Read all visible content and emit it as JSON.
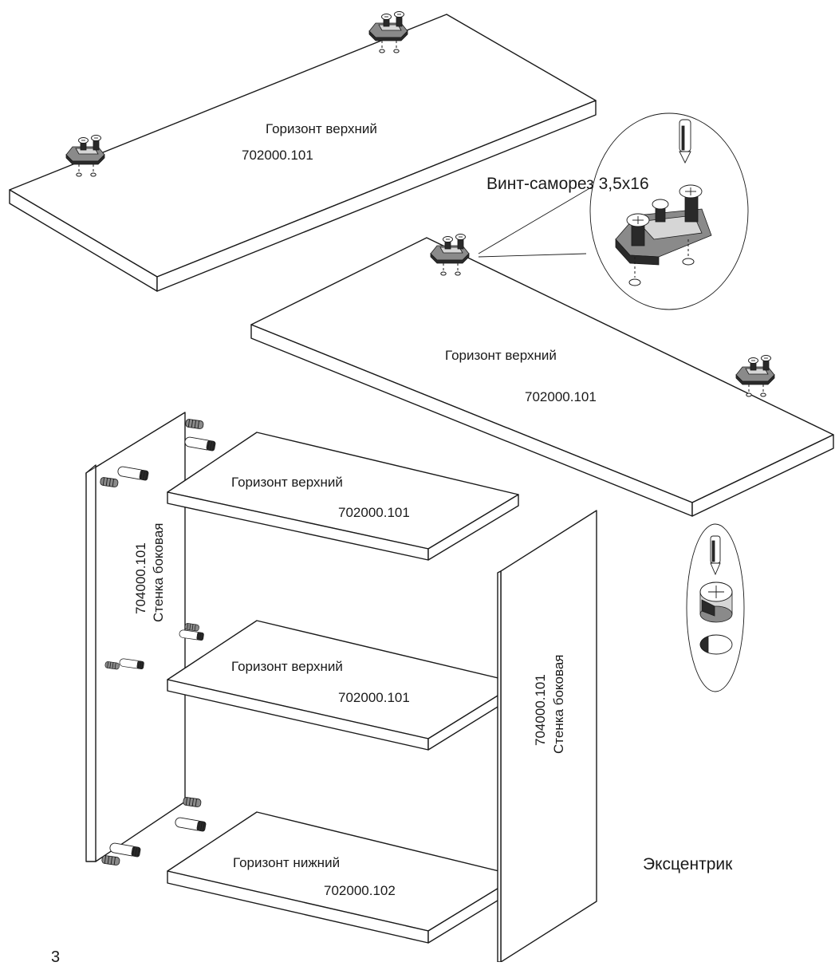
{
  "panels": {
    "top_shelf_1": {
      "name": "Горизонт верхний",
      "code": "702000.101"
    },
    "top_shelf_2": {
      "name": "Горизонт верхний",
      "code": "702000.101"
    },
    "shelf_upper": {
      "name": "Горизонт верхний",
      "code": "702000.101"
    },
    "shelf_middle": {
      "name": "Горизонт верхний",
      "code": "702000.101"
    },
    "shelf_bottom": {
      "name": "Горизонт нижний",
      "code": "702000.102"
    },
    "side_left": {
      "code": "704000.101",
      "name": "Стенка боковая"
    },
    "side_right": {
      "code": "704000.101",
      "name": "Стенка боковая"
    }
  },
  "callouts": {
    "screw": "Винт-саморез 3,5x16",
    "eccentric": "Эксцентрик"
  },
  "step_number": "3"
}
